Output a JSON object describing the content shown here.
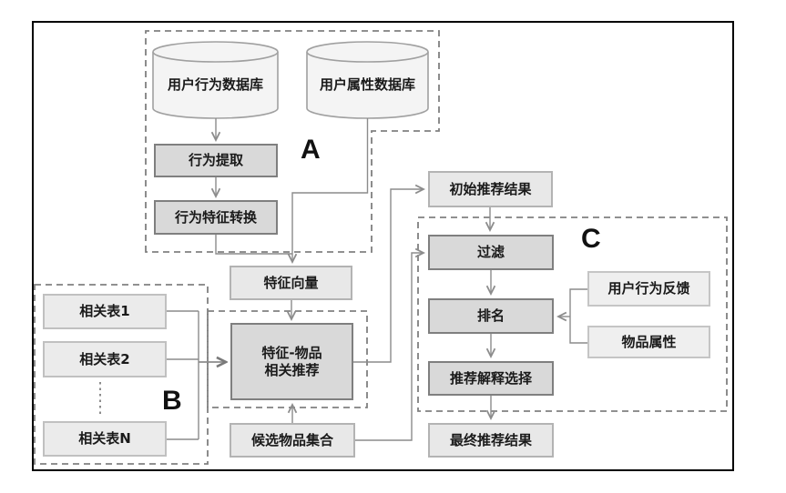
{
  "diagram": {
    "type": "flowchart",
    "description": "recommendation-system architecture flow diagram"
  },
  "regions": {
    "a": {
      "label": "A"
    },
    "b": {
      "label": "B"
    },
    "c": {
      "label": "C"
    }
  },
  "nodes": {
    "user_behavior_db": {
      "label": "用户行为数据库",
      "shape": "database-cylinder"
    },
    "user_attribute_db": {
      "label": "用户属性数据库",
      "shape": "database-cylinder"
    },
    "behavior_extraction": {
      "label": "行为提取",
      "shape": "process"
    },
    "behavior_feature_conversion": {
      "label": "行为特征转换",
      "shape": "process"
    },
    "feature_vector": {
      "label": "特征向量",
      "shape": "data"
    },
    "related_table_1": {
      "label": "相关表1",
      "shape": "data"
    },
    "related_table_2": {
      "label": "相关表2",
      "shape": "data"
    },
    "related_table_n": {
      "label": "相关表N",
      "shape": "data"
    },
    "feature_item_recommendation": {
      "label": "特征-物品\n相关推荐",
      "shape": "process"
    },
    "candidate_item_set": {
      "label": "候选物品集合",
      "shape": "data"
    },
    "initial_recommendation_result": {
      "label": "初始推荐结果",
      "shape": "data"
    },
    "filter": {
      "label": "过滤",
      "shape": "process"
    },
    "ranking": {
      "label": "排名",
      "shape": "process"
    },
    "user_behavior_feedback": {
      "label": "用户行为反馈",
      "shape": "data"
    },
    "item_attributes": {
      "label": "物品属性",
      "shape": "data"
    },
    "recommendation_explanation_selection": {
      "label": "推荐解释选择",
      "shape": "process"
    },
    "final_recommendation_result": {
      "label": "最终推荐结果",
      "shape": "data"
    }
  },
  "colors": {
    "process_fill": "#d9d9d9",
    "process_border": "#7f7f7f",
    "data_fill": "#e8e8e8",
    "data_border": "#b3b3b3",
    "connector": "#8c8c8c",
    "dashed_region": "#808080",
    "frame": "#000000",
    "background": "#ffffff"
  }
}
